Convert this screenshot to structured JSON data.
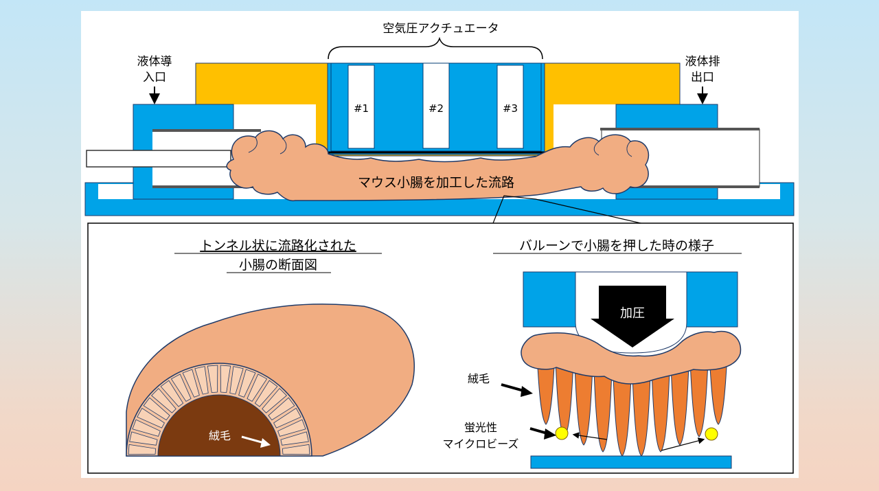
{
  "top": {
    "actuator_title": "空気圧アクチュエータ",
    "chambers": [
      "#1",
      "#2",
      "#3"
    ],
    "inlet_label": [
      "液体導",
      "入口"
    ],
    "outlet_label": [
      "液体排",
      "出口"
    ],
    "channel_label": "マウス小腸を加工した流路"
  },
  "left_panel": {
    "title": [
      "トンネル状に流路化された",
      "小腸の断面図"
    ],
    "villi_label": "絨毛"
  },
  "right_panel": {
    "title": "バルーンで小腸を押した時の様子",
    "pressure_label": "加圧",
    "villi_label": "絨毛",
    "beads_label": [
      "蛍光性",
      "マイクロビーズ"
    ]
  },
  "colors": {
    "blue": "#00a3e8",
    "yellow": "#ffc000",
    "tissue": "#f1ad82",
    "villi": "#ed7d31",
    "lumen": "#7b3a10",
    "bead": "#ffff00"
  }
}
